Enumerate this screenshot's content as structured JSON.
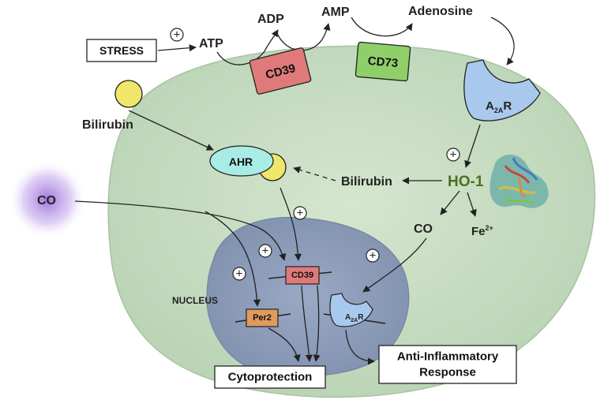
{
  "labels": {
    "stress": "STRESS",
    "atp": "ATP",
    "adp": "ADP",
    "amp": "AMP",
    "adenosine": "Adenosine",
    "cd39_membrane": "CD39",
    "cd73": "CD73",
    "a2ar_membrane": {
      "base": "A",
      "sub": "2A",
      "tail": "R"
    },
    "bilirubin_outside": "Bilirubin",
    "ahr": "AHR",
    "bilirubin_inside": "Bilirubin",
    "ho1": "HO-1",
    "co_outside": "CO",
    "co_inside": "CO",
    "fe": {
      "base": "Fe",
      "sup": "2+"
    },
    "nucleus": "NUCLEUS",
    "cd39_gene": "CD39",
    "per2_gene": "Per2",
    "a2ar_gene": {
      "base": "A",
      "sub": "2A",
      "tail": "R"
    },
    "cytoprotection": "Cytoprotection",
    "anti_inflammatory": [
      "Anti-Inflammatory",
      "Response"
    ],
    "plus": "+"
  },
  "colors": {
    "cell": "#c8dcc4",
    "nucleus": "#8f9fbc",
    "cd39": "#e07a7a",
    "cd73": "#8fcf6a",
    "a2ar": "#a9c8ee",
    "ahr": "#a8ece6",
    "bilirubin": "#f0e66a",
    "per2": "#e09a5e",
    "ho1_text": "#4e6f22",
    "co_glow": "#b58ee0"
  }
}
